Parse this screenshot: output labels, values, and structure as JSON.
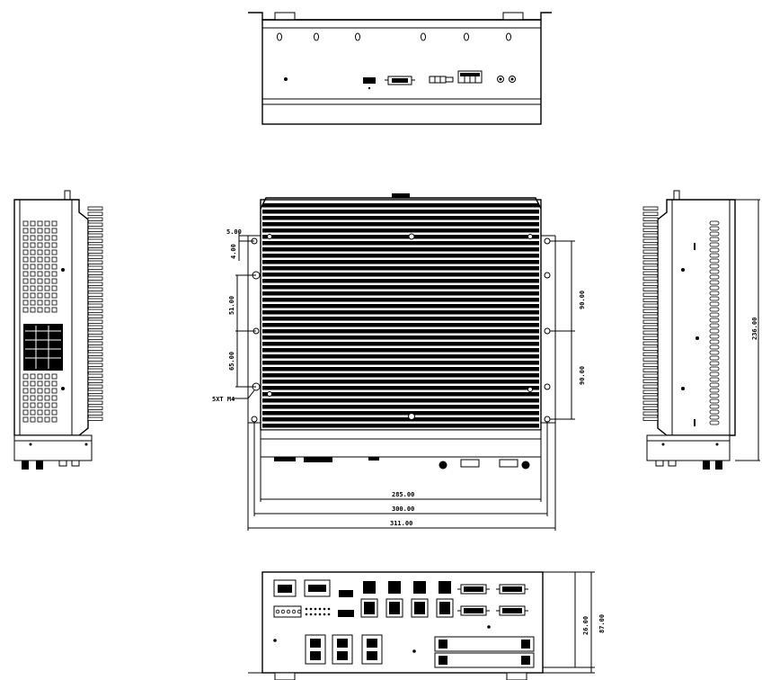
{
  "dimensions": {
    "width_inner": "285.00",
    "width_mid": "300.00",
    "width_outer": "311.00",
    "top_offset_a": "5.00",
    "top_offset_b": "4.00",
    "left_dim_a": "51.00",
    "left_dim_b": "65.00",
    "right_dim_a": "90.00",
    "right_dim_b": "90.00",
    "side_height": "236.00",
    "rear_dim_a": "26.00",
    "rear_dim_b": "87.00",
    "callout_label": "5XT M4"
  },
  "colors": {
    "line": "#000000",
    "background": "#ffffff"
  }
}
